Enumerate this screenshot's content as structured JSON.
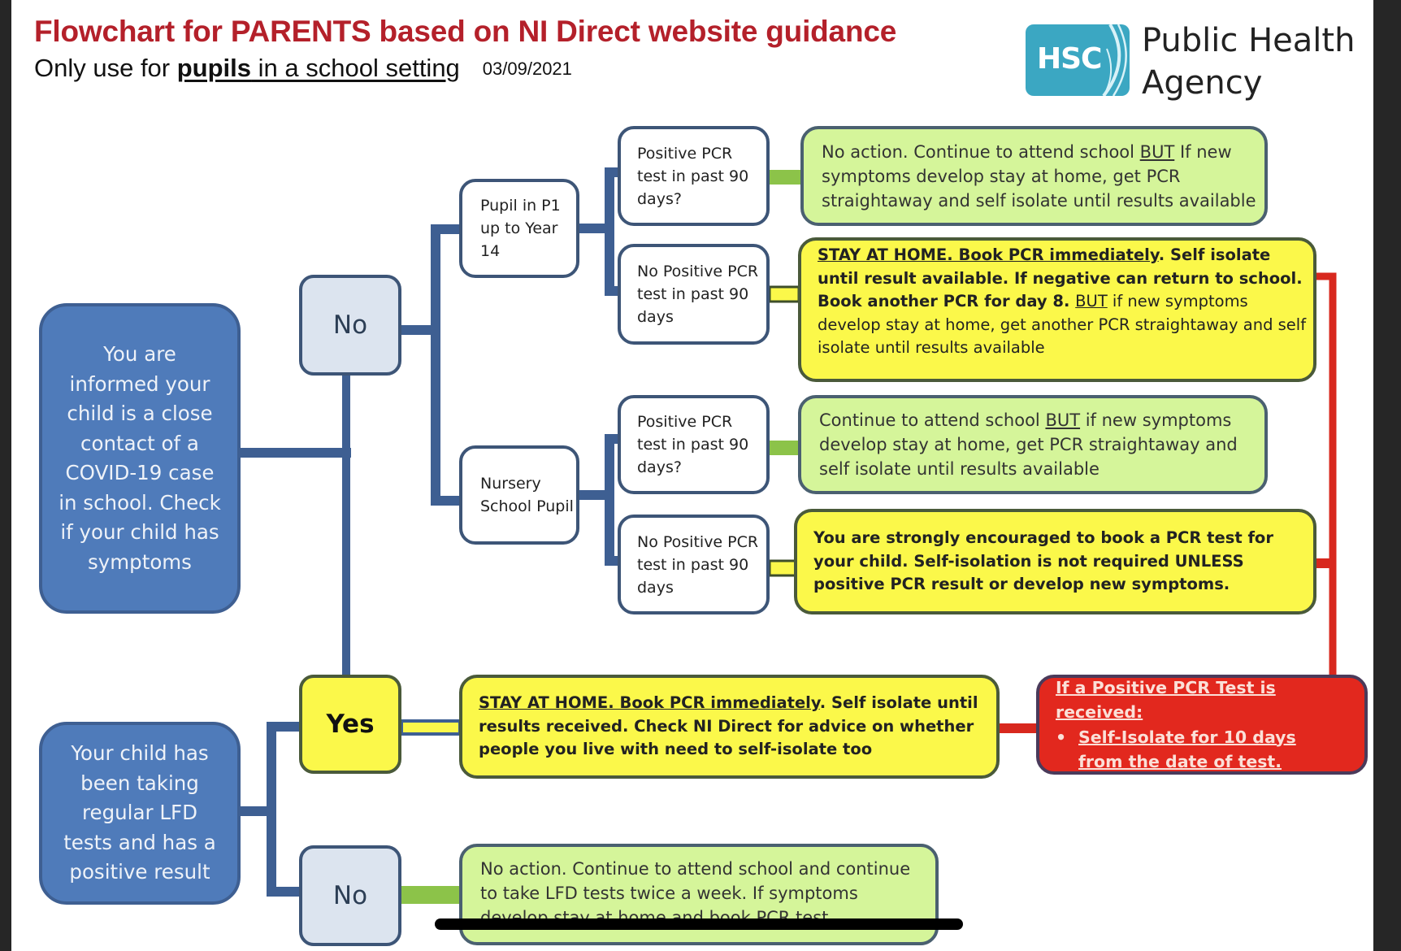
{
  "header": {
    "title": "Flowchart for PARENTS based on NI Direct website guidance",
    "subtitle_prefix": "Only use for ",
    "subtitle_emphasis": "pupils",
    "subtitle_underlined": " in a school setting",
    "date": "03/09/2021"
  },
  "logo": {
    "mark_text": "HSC",
    "org_line1": "Public Health",
    "org_line2": "Agency",
    "color": "#3ba7c2"
  },
  "colors": {
    "title_red": "#b4202a",
    "start_blue": "#4f7bba",
    "connector_blue": "#3e5f92",
    "action_green": "#d5f59a",
    "action_yellow": "#fbf84a",
    "alert_red": "#e2281e"
  },
  "flow": {
    "start_close_contact": "You are informed your child is a close contact of a COVID-19 case in school. Check if your child has symptoms",
    "start_lfd": "Your child has been taking regular LFD tests and has a positive result",
    "decision_no_symptoms": "No",
    "decision_yes": "Yes",
    "decision_no_lfd": "No",
    "pupil_p1": "Pupil in P1 up to Year 14",
    "pupil_nursery": "Nursery School Pupil",
    "q_positive_pcr_1": "Positive PCR test in past 90 days?",
    "q_no_positive_pcr_1": "No Positive PCR test in past 90 days",
    "q_positive_pcr_2": "Positive PCR test in past 90 days?",
    "q_no_positive_pcr_2": "No Positive PCR test in past 90 days",
    "green_1": {
      "part1": "No action. Continue to attend school ",
      "but": "BUT",
      "part2": " If new symptoms develop stay at home, get PCR straightaway and self isolate until results available"
    },
    "yellow_1": {
      "lead": "STAY AT HOME. Book PCR immediately",
      "bold1": ". Self isolate until result available. If negative can return to school.",
      "bold2": "Book another PCR for day 8. ",
      "but": "BUT",
      "rest": " if new symptoms develop stay at home, get another PCR straightaway and self isolate until results available"
    },
    "green_2": {
      "part1": "Continue to attend school ",
      "but": "BUT",
      "part2": " if new symptoms develop stay at home, get PCR straightaway and self isolate until results available"
    },
    "yellow_2": "You are strongly encouraged to book a PCR test for your child. Self-isolation is not required UNLESS positive PCR result or develop new symptoms.",
    "yellow_yes": {
      "lead": "STAY AT HOME. Book PCR immediately",
      "rest": ". Self isolate until results received. Check NI Direct for advice on whether people you live with need to self-isolate too"
    },
    "red_alert": {
      "heading": "If a Positive PCR Test is received:",
      "bullet": "•",
      "item": "Self-Isolate for 10 days from the date of test."
    },
    "green_lfd_no": "No action.  Continue to attend school and continue to take LFD tests twice a week.  If symptoms develop stay at home and book PCR test"
  }
}
